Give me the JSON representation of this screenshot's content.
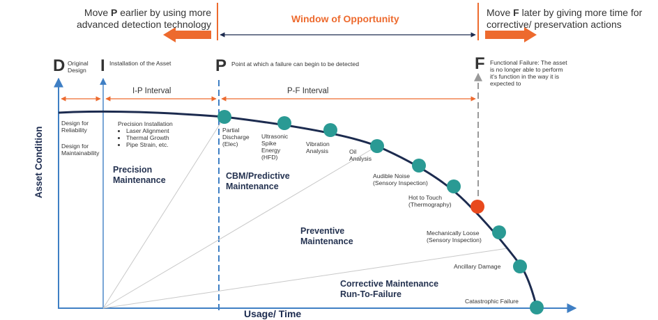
{
  "header": {
    "left_pre": "Move ",
    "left_bold": "P",
    "left_post": " earlier by using more",
    "left_line2": "advanced detection technology",
    "center": "Window of Opportunity",
    "right_pre": "Move ",
    "right_bold": "F",
    "right_post": " later by giving more time for",
    "right_line2": "corrective/ preservation actions"
  },
  "markers": {
    "d_letter": "D",
    "d_label_1": "Original",
    "d_label_2": "Design",
    "i_letter": "I",
    "i_label": "Installation of the Asset",
    "p_letter": "P",
    "p_label": "Point at which a failure can begin to be detected",
    "f_letter": "F",
    "f_label_1": "Functional Failure: The asset",
    "f_label_2": "is no longer able to perform",
    "f_label_3": "it's function in the way it is",
    "f_label_4": "expected to"
  },
  "intervals": {
    "ip": "I-P Interval",
    "pf": "P-F Interval"
  },
  "design": {
    "rel_1": "Design for",
    "rel_2": "Reliability",
    "main_1": "Design for",
    "main_2": "Maintainability"
  },
  "precision_install": {
    "title": "Precision Installation",
    "items": [
      "Laser Alignment",
      "Thermal Growth",
      "Pipe Strain, etc."
    ]
  },
  "zones": {
    "precision": "Precision Maintenance",
    "cbm": "CBM/Predictive Maintenance",
    "preventive": "Preventive Maintenance",
    "corrective_1": "Corrective Maintenance",
    "corrective_2": "Run-To-Failure"
  },
  "axes": {
    "y": "Asset Condition",
    "x": "Usage/ Time"
  },
  "points": [
    {
      "l1": "Partial",
      "l2": "Discharge",
      "l3": "(Elec)",
      "l4": ""
    },
    {
      "l1": "Ultrasonic",
      "l2": "Spike",
      "l3": "Energy",
      "l4": "(HFD)"
    },
    {
      "l1": "Vibration",
      "l2": "Analysis",
      "l3": "",
      "l4": ""
    },
    {
      "l1": "Oil",
      "l2": "Analysis",
      "l3": "",
      "l4": ""
    },
    {
      "l1": "Audible Noise",
      "l2": "(Sensory Inspection)",
      "l3": "",
      "l4": ""
    },
    {
      "l1": "Hot to Touch",
      "l2": "(Thermography)",
      "l3": "",
      "l4": ""
    },
    {
      "l1": "",
      "l2": "",
      "l3": "",
      "l4": ""
    },
    {
      "l1": "Mechanically Loose",
      "l2": "(Sensory Inspection)",
      "l3": "",
      "l4": ""
    },
    {
      "l1": "Ancillary Damage",
      "l2": "",
      "l3": "",
      "l4": ""
    },
    {
      "l1": "Catastrophic Failure",
      "l2": "",
      "l3": "",
      "l4": ""
    }
  ],
  "colors": {
    "curve": "#1c2b4f",
    "teal": "#2a9a94",
    "failure": "#e8491d",
    "orange": "#ed6a2e",
    "axis_blue": "#3f7fc4"
  }
}
